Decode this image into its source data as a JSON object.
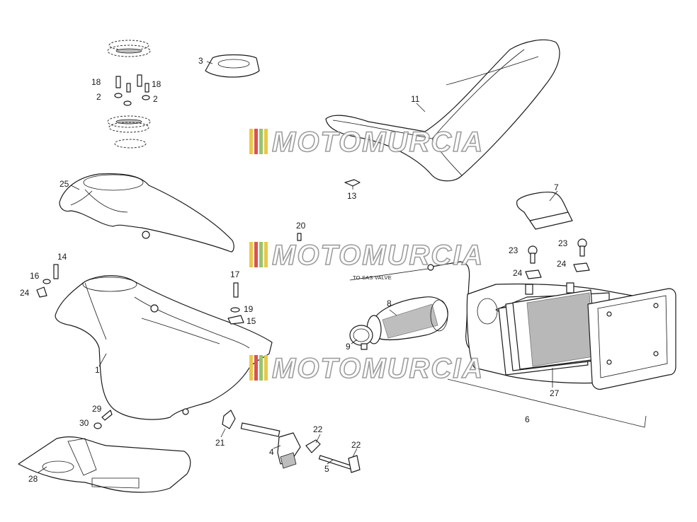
{
  "watermark": {
    "text": "MOTOMURCIA",
    "stripe_colors": [
      "#e8c84a",
      "#d9534f",
      "#9bc26b",
      "#e8c84a"
    ]
  },
  "annotation": {
    "sas_valve": "TO SAS VALVE"
  },
  "callouts": {
    "c1": "1",
    "c2a": "2",
    "c2b": "2",
    "c3": "3",
    "c4": "4",
    "c5": "5",
    "c6": "6",
    "c7": "7",
    "c8": "8",
    "c9": "9",
    "c11": "11",
    "c13": "13",
    "c14": "14",
    "c15": "15",
    "c16": "16",
    "c17": "17",
    "c18a": "18",
    "c18b": "18",
    "c19": "19",
    "c20": "20",
    "c21": "21",
    "c22a": "22",
    "c22b": "22",
    "c23a": "23",
    "c23b": "23",
    "c24a": "24",
    "c24b": "24",
    "c24c": "24",
    "c25": "25",
    "c27": "27",
    "c28": "28",
    "c29": "29",
    "c30": "30"
  }
}
